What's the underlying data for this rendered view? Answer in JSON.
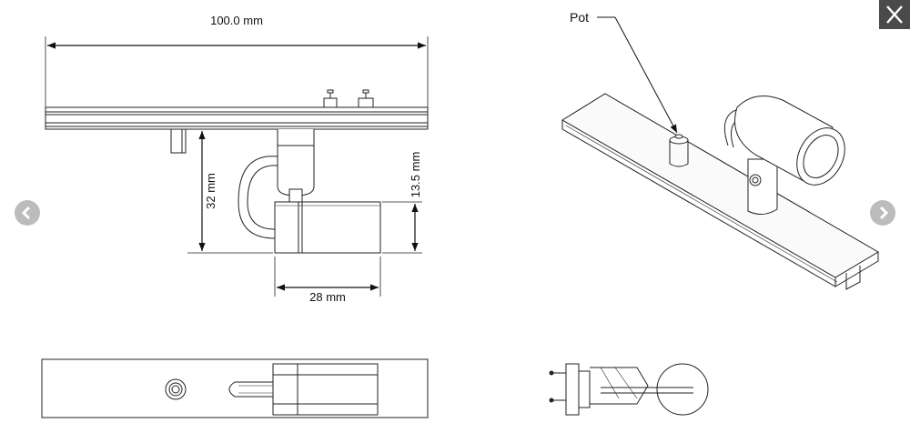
{
  "drawing": {
    "dimensions": {
      "overall_length": "100.0 mm",
      "height": "32 mm",
      "head_height": "13.5 mm",
      "head_length": "28 mm"
    },
    "callout": "Pot"
  },
  "controls": {
    "close_icon": "close-icon",
    "prev_icon": "chevron-left-icon",
    "next_icon": "chevron-right-icon"
  },
  "colors": {
    "line": "#222222",
    "close_bg": "#4a4a4a",
    "nav_bg": "#bcbcbc"
  }
}
